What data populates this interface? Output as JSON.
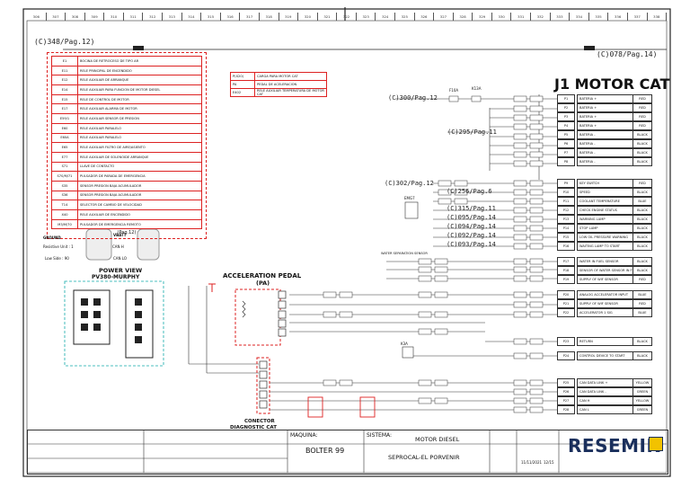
{
  "ruler": [
    "306",
    "307",
    "308",
    "309",
    "310",
    "311",
    "312",
    "313",
    "314",
    "315",
    "316",
    "317",
    "318",
    "319",
    "320",
    "321",
    "322",
    "323",
    "324",
    "325",
    "326",
    "327",
    "328",
    "329",
    "330",
    "331",
    "332",
    "333",
    "334",
    "335",
    "336",
    "337",
    "338"
  ],
  "refs": {
    "top_left": "(C)348/Pag.12)",
    "top_right": "(C)078/Pag.14)",
    "r1": "(C)300/Pag.12",
    "r2": "(C)295/Pag.11",
    "r3": "(C)302/Pag.12",
    "r4": "(C)256/Pag.6",
    "r5": "(C)315/Pag.11",
    "r6": "(C)095/Pag.14",
    "r7": "(C)094/Pag.14",
    "r8": "(C)092/Pag.14",
    "r9": "(C)093/Pag.14"
  },
  "legend": {
    "rows": [
      {
        "code": "E1",
        "desc": "BOCINA DE RETROCESO DE TIPO AR"
      },
      {
        "code": "E11",
        "desc": "RELE PRINCIPAL DE ENCENDIDO"
      },
      {
        "code": "E12",
        "desc": "RELE AUXILIAR DE ARRANQUE"
      },
      {
        "code": "E14",
        "desc": "RELE AUXILIAR PARA FUNCION DE MOTOR DIESEL"
      },
      {
        "code": "E15",
        "desc": "RELE DE CONTROL DE MOTOR"
      },
      {
        "code": "E17",
        "desc": "RELE AUXILIAR ALARMA DE MOTOR"
      },
      {
        "code": "E59/1",
        "desc": "RELE AUXILIAR SENSOR DE PRESION"
      },
      {
        "code": "E60",
        "desc": "RELE AUXILIAR PARALELO"
      },
      {
        "code": "E60A",
        "desc": "RELE AUXILIAR PARALELO"
      },
      {
        "code": "E65",
        "desc": "RELE AUXILIAR FILTRO DE AIRE/ASIENTO"
      },
      {
        "code": "E77",
        "desc": "RELE AUXILIAR DE SOLENOIDE ARRANQUE"
      },
      {
        "code": "S71",
        "desc": "LLAVE DE CONTACTO"
      },
      {
        "code": "S70/M/71",
        "desc": "PULSADOR DE PARADA DE EMERGENCIA"
      },
      {
        "code": "S35",
        "desc": "SENSOR PRESION BAJA ACUMULADOR"
      },
      {
        "code": "S36",
        "desc": "SENSOR PRESION BAJA ACUMULADOR"
      },
      {
        "code": "T14",
        "desc": "SELECTOR DE CAMBIO DE VELOCIDAD"
      },
      {
        "code": "X40",
        "desc": "RELE AUXILIAR DE ENCENDIDO"
      },
      {
        "code": "M3/M/70",
        "desc": "PULSADOR DE EMERGENCIA REMOTO"
      }
    ],
    "caption": "(Pag.12)"
  },
  "mid_legend": [
    {
      "code": "P(X20)",
      "desc": "CARGA PARA MOTOR CAT"
    },
    {
      "code": "PA",
      "desc": "PEDAL DE ACELERACION"
    },
    {
      "code": "E402",
      "desc": "RELE AUXILIAR TEMPERATURA DE MOTOR CAT"
    }
  ],
  "title": "J1 MOTOR CAT",
  "pins_group1": [
    {
      "n": "P1",
      "d": "BATERIA +",
      "c": "RED"
    },
    {
      "n": "P2",
      "d": "BATERIA +",
      "c": "RED"
    },
    {
      "n": "P3",
      "d": "BATERIA +",
      "c": "RED"
    },
    {
      "n": "P4",
      "d": "BATERIA +",
      "c": "RED"
    },
    {
      "n": "P5",
      "d": "BATERIA -",
      "c": "BLACK"
    },
    {
      "n": "P6",
      "d": "BATERIA -",
      "c": "BLACK"
    },
    {
      "n": "P7",
      "d": "BATERIA -",
      "c": "BLACK"
    },
    {
      "n": "P8",
      "d": "BATERIA -",
      "c": "BLACK"
    }
  ],
  "pins_group2": [
    {
      "n": "P9",
      "d": "KEY SWITCH",
      "c": "RED"
    },
    {
      "n": "P10",
      "d": "SPEED",
      "c": "BLACK"
    },
    {
      "n": "P11",
      "d": "COOLANT TEMPERATURE",
      "c": "BLUE"
    },
    {
      "n": "P12",
      "d": "CHECK ENGINE STATUS",
      "c": "BLACK"
    },
    {
      "n": "P13",
      "d": "WARNING LAMP",
      "c": "BLACK"
    },
    {
      "n": "P14",
      "d": "STOP LAMP",
      "c": "BLACK"
    },
    {
      "n": "P15",
      "d": "LOW OIL PRESSURE WARNING",
      "c": "BLACK"
    },
    {
      "n": "P16",
      "d": "WAITING LAMP TO START",
      "c": "BLACK"
    }
  ],
  "pins_group3": [
    {
      "n": "P17",
      "d": "WATER IN FUEL SENSOR",
      "c": "BLACK"
    },
    {
      "n": "P18",
      "d": "SENSOR OF WATER SENSOR IN FUEL",
      "c": "BLACK"
    },
    {
      "n": "P19",
      "d": "SUPPLY OF WIF SENSOR",
      "c": "RED"
    }
  ],
  "pins_group4": [
    {
      "n": "P20",
      "d": "ANALOG ACCELERATOR INPUT",
      "c": "BLUE"
    },
    {
      "n": "P21",
      "d": "SUPPLY OF WIF SENSOR",
      "c": "RED"
    },
    {
      "n": "P22",
      "d": "ACCELERATOR 1 SIG",
      "c": "BLUE"
    }
  ],
  "pins_group5": [
    {
      "n": "P23",
      "d": "RETURN",
      "c": "BLACK"
    }
  ],
  "pins_group6": [
    {
      "n": "P24",
      "d": "CONTROL DEVICE TO START",
      "c": "BLACK"
    }
  ],
  "pins_group7": [
    {
      "n": "P25",
      "d": "CAN DATA LINK +",
      "c": "YELLOW"
    },
    {
      "n": "P26",
      "d": "CAN DATA LINK -",
      "c": "GREEN"
    },
    {
      "n": "P27",
      "d": "CAN H",
      "c": "YELLOW"
    },
    {
      "n": "P28",
      "d": "CAN L",
      "c": "GREEN"
    }
  ],
  "labels": {
    "power_view": "POWER VIEW",
    "pv_model": "PV380-MURPHY",
    "accel": "ACCELERATION PEDAL",
    "accel_sub": "(PA)",
    "diag": "CONECTOR",
    "diag_sub": "DIAGNOSTIC CAT",
    "ground": "GROUND",
    "vbatt": "VBATT",
    "can_h": "CAN H",
    "can_lo": "CAN LO",
    "low_side": "Low Side : 90",
    "res_unit": "Resistive Unit : 1",
    "water_sep": "WATER SEPARATION SENSOR",
    "f10a": "F10A",
    "k13a": "K13A",
    "emg": "EMG7",
    "k3a": "K3A"
  },
  "title_block": {
    "maquina_label": "MAQUINA:",
    "maquina": "BOLTER 99",
    "sistema_label": "SISTEMA:",
    "sistema": "MOTOR DIESEL",
    "project": "SEPROCAL-EL PORVENIR",
    "brand": "RESEMIN",
    "fecha": "11/11/2021",
    "hoja": "12/15"
  }
}
